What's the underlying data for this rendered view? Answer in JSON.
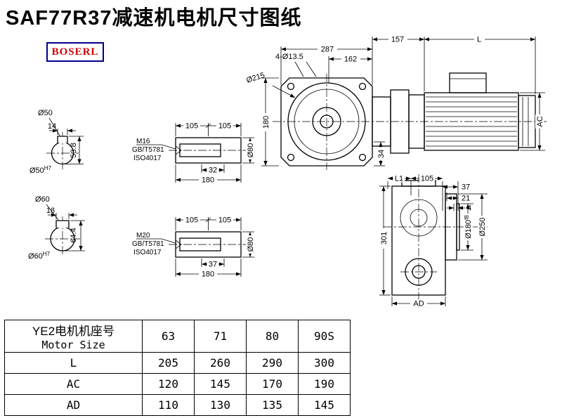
{
  "title": "SAF77R37减速机电机尺寸图纸",
  "logo": {
    "text": "BOSERL"
  },
  "views": {
    "front": {
      "dim_top_width": "287",
      "dim_top_inner": "162",
      "dim_adapter": "157",
      "dim_motor_len": "L",
      "dim_holes": "4-Ø13.5",
      "dim_flange_dia": "Ø215",
      "dim_height": "180",
      "dim_foot": "34",
      "dim_motor_dia": "AC"
    },
    "bore50": {
      "label": "Ø50",
      "key_width": "14",
      "key_depth": "53.8",
      "fit_base": "Ø50",
      "fit_sup": "H7"
    },
    "bore60": {
      "label": "Ø60",
      "key_width": "18",
      "key_depth": "64.4",
      "fit_base": "Ø60",
      "fit_sup": "H7"
    },
    "shaft_m16": {
      "dim_a": "105",
      "dim_b": "105",
      "thread": "M16",
      "std1": "GB/T5781",
      "std2": "ISO4017",
      "dim_key_len": "32",
      "dim_total": "180",
      "dim_dia": "Ø80"
    },
    "shaft_m20": {
      "dim_a": "105",
      "dim_b": "105",
      "thread": "M20",
      "std1": "GB/T5781",
      "std2": "ISO4017",
      "dim_key_len": "37",
      "dim_total": "180",
      "dim_dia": "Ø80"
    },
    "side": {
      "dim_l1": "L1",
      "dim_105": "105",
      "dim_37": "37",
      "dim_21": "21",
      "dim_4": "4",
      "dim_height": "301",
      "dia_spigot_base": "Ø180",
      "dia_spigot_sup": "f8",
      "dia_flange": "Ø250",
      "dim_ad": "AD"
    }
  },
  "table": {
    "header": {
      "cn": "YE2电机机座号",
      "en": "Motor Size"
    },
    "sizes": [
      "63",
      "71",
      "80",
      "90S"
    ],
    "rows": [
      {
        "label": "L",
        "values": [
          "205",
          "260",
          "290",
          "300"
        ]
      },
      {
        "label": "AC",
        "values": [
          "120",
          "145",
          "170",
          "190"
        ]
      },
      {
        "label": "AD",
        "values": [
          "110",
          "130",
          "135",
          "145"
        ]
      }
    ]
  }
}
